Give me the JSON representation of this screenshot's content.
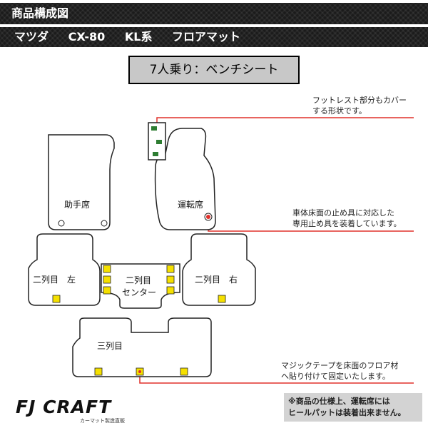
{
  "header": {
    "title": "商品構成図",
    "maker": "マツダ",
    "model": "CX-80",
    "series": "KL系",
    "product": "フロアマット"
  },
  "layout_label": "7人乗り：ベンチシート",
  "callouts": {
    "footrest": [
      "フットレスト部分もカバー",
      "する形状です。"
    ],
    "fastener": [
      "車体床面の止め具に対応した",
      "専用止め具を装着しています。"
    ],
    "tape": [
      "マジックテープを床面のフロア材",
      "へ貼り付けて固定いたします。"
    ]
  },
  "mats": {
    "passenger": "助手席",
    "driver": "運転席",
    "row2_left": "二列目　左",
    "row2_center": [
      "二列目",
      "センター"
    ],
    "row2_right": "二列目　右",
    "row3": "三列目"
  },
  "note": [
    "※商品の仕様上、運転席には",
    "ヒールパットは装着出来ません。"
  ],
  "logo": {
    "brand": "FJ CRAFT",
    "tagline": "カーマット製造直販"
  },
  "colors": {
    "header_bg": "#1b1b1b",
    "accent_red": "#e0302a",
    "velcro_yellow": "#f5e000",
    "mat_outline": "#222222"
  }
}
